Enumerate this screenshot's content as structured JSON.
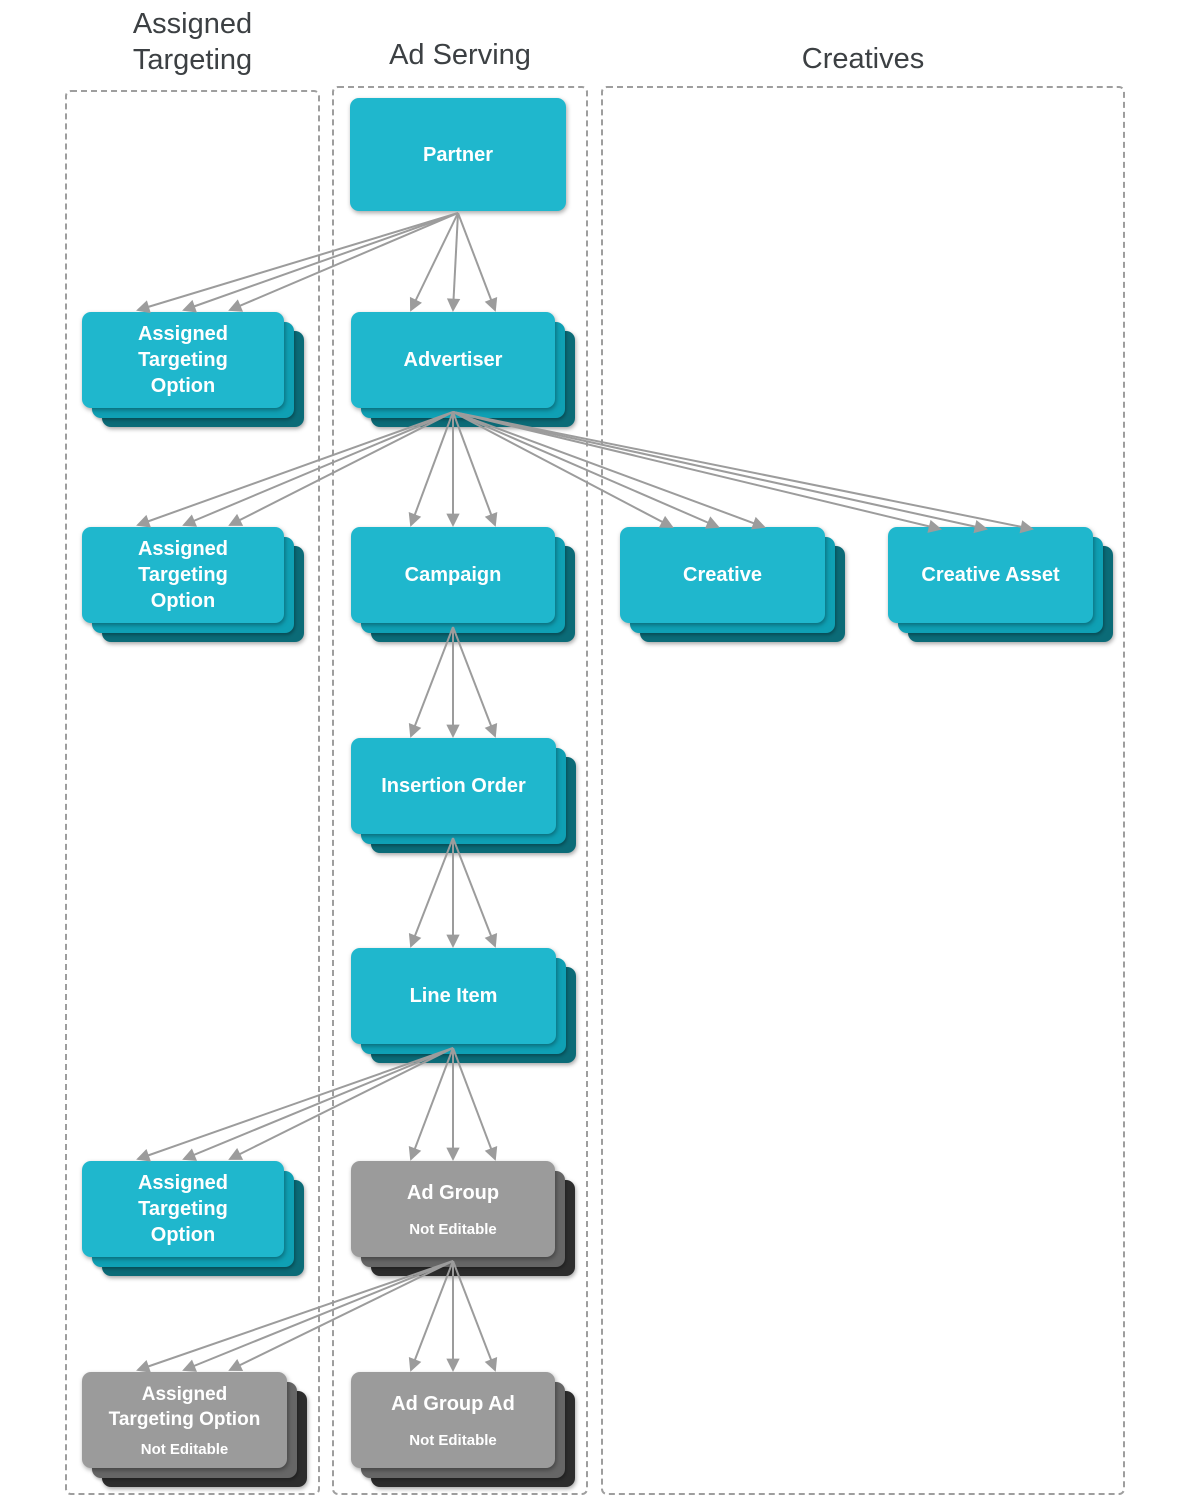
{
  "columns": [
    {
      "title": "Assigned Targeting"
    },
    {
      "title": "Ad Serving"
    },
    {
      "title": "Creatives"
    }
  ],
  "nodes": {
    "partner": {
      "label": "Partner"
    },
    "ato_advertiser": {
      "label": "Assigned Targeting Option"
    },
    "advertiser": {
      "label": "Advertiser"
    },
    "ato_campaign": {
      "label": "Assigned Targeting Option"
    },
    "campaign": {
      "label": "Campaign"
    },
    "creative": {
      "label": "Creative"
    },
    "creative_asset": {
      "label": "Creative Asset"
    },
    "insertion_order": {
      "label": "Insertion Order"
    },
    "line_item": {
      "label": "Line Item"
    },
    "ato_line_item": {
      "label": "Assigned Targeting Option"
    },
    "ad_group": {
      "label": "Ad Group",
      "subtitle": "Not Editable"
    },
    "ato_ad_group": {
      "label": "Assigned Targeting Option",
      "subtitle": "Not Editable"
    },
    "ad_group_ad": {
      "label": "Ad Group Ad",
      "subtitle": "Not Editable"
    }
  },
  "edges": [
    {
      "from": "Partner",
      "to": "Assigned Targeting Option",
      "arrows": 3
    },
    {
      "from": "Partner",
      "to": "Advertiser",
      "arrows": 3
    },
    {
      "from": "Advertiser",
      "to": "Assigned Targeting Option",
      "arrows": 3
    },
    {
      "from": "Advertiser",
      "to": "Campaign",
      "arrows": 3
    },
    {
      "from": "Advertiser",
      "to": "Creative",
      "arrows": 3
    },
    {
      "from": "Advertiser",
      "to": "Creative Asset",
      "arrows": 3
    },
    {
      "from": "Campaign",
      "to": "Insertion Order",
      "arrows": 3
    },
    {
      "from": "Insertion Order",
      "to": "Line Item",
      "arrows": 3
    },
    {
      "from": "Line Item",
      "to": "Assigned Targeting Option",
      "arrows": 3
    },
    {
      "from": "Line Item",
      "to": "Ad Group",
      "arrows": 3
    },
    {
      "from": "Ad Group",
      "to": "Assigned Targeting Option",
      "arrows": 3
    },
    {
      "from": "Ad Group",
      "to": "Ad Group Ad",
      "arrows": 3
    }
  ],
  "colors": {
    "node_cyan": "#1FB7CD",
    "node_cyan_mid": "#0FA0B4",
    "node_cyan_dark": "#0B6B77",
    "node_gray": "#9B9B9B",
    "node_gray_mid": "#666666",
    "node_gray_dark": "#2D2D2D",
    "arrow": "#9C9C9C",
    "column_border": "#9E9E9E",
    "header_text": "#3C4043"
  }
}
